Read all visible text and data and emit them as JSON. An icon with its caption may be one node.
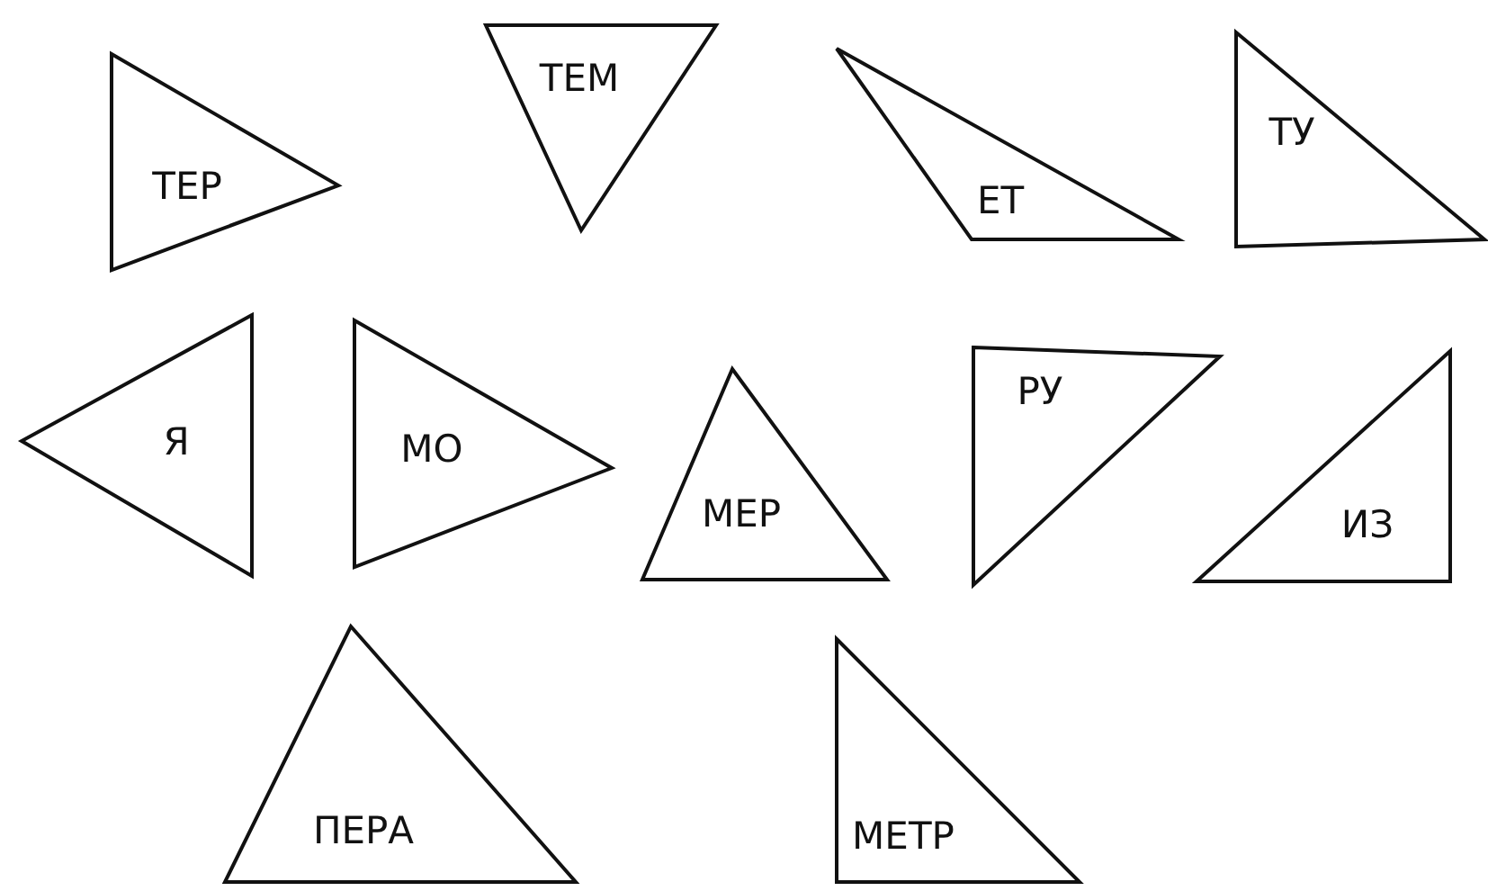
{
  "diagram": {
    "nodes": [
      {
        "text": [
          "ТЕР"
        ]
      },
      {
        "text": [
          "ТЕМ"
        ]
      },
      {
        "text": [
          "ЕТ"
        ]
      },
      {
        "text": [
          "ТУ"
        ]
      },
      {
        "text": [
          "Я"
        ]
      },
      {
        "text": [
          "МО"
        ]
      },
      {
        "text": [
          "МЕР"
        ]
      },
      {
        "text": [
          "РУ"
        ]
      },
      {
        "text": [
          "ИЗ"
        ]
      },
      {
        "text": [
          "ПЕРА"
        ]
      },
      {
        "text": [
          "МЕТР"
        ]
      }
    ],
    "edges": []
  }
}
